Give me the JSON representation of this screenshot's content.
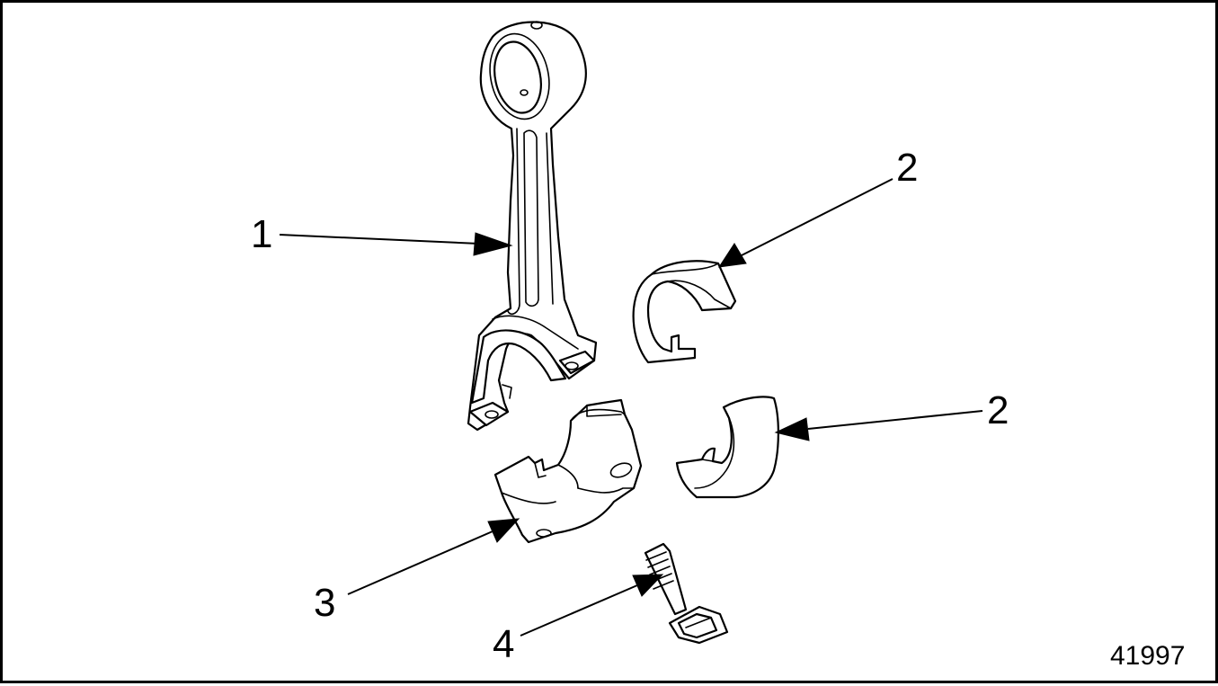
{
  "diagram": {
    "callouts": [
      {
        "number": "1",
        "part": "connecting-rod"
      },
      {
        "number": "2",
        "part": "upper-bearing-shell"
      },
      {
        "number": "2",
        "part": "lower-bearing-shell"
      },
      {
        "number": "3",
        "part": "bearing-cap"
      },
      {
        "number": "4",
        "part": "cap-bolt"
      }
    ],
    "figure_number": "41997"
  }
}
